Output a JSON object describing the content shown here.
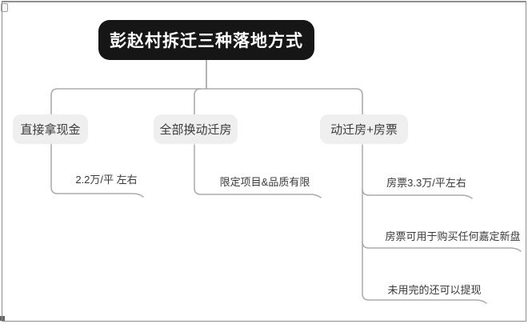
{
  "diagram": {
    "root": {
      "label": "彭赵村拆迁三种落地方式"
    },
    "branches": [
      {
        "label": "直接拿现金",
        "children": [
          {
            "label": "2.2万/平 左右"
          }
        ]
      },
      {
        "label": "全部换动迁房",
        "children": [
          {
            "label": "限定项目&品质有限"
          }
        ]
      },
      {
        "label": "动迁房+房票",
        "children": [
          {
            "label": "房票3.3万/平左右"
          },
          {
            "label": "房票可用于购买任何嘉定新盘"
          },
          {
            "label": "未用完的还可以提现"
          }
        ]
      }
    ]
  },
  "colors": {
    "background": "#ffffff",
    "root_bg": "#161616",
    "root_text": "#ffffff",
    "node_bg": "#efefef",
    "node_text": "#3b3b3b",
    "leaf_text": "#3a3a3a",
    "connector_line": "#ababab",
    "frame_border": "#8f8f8f"
  }
}
